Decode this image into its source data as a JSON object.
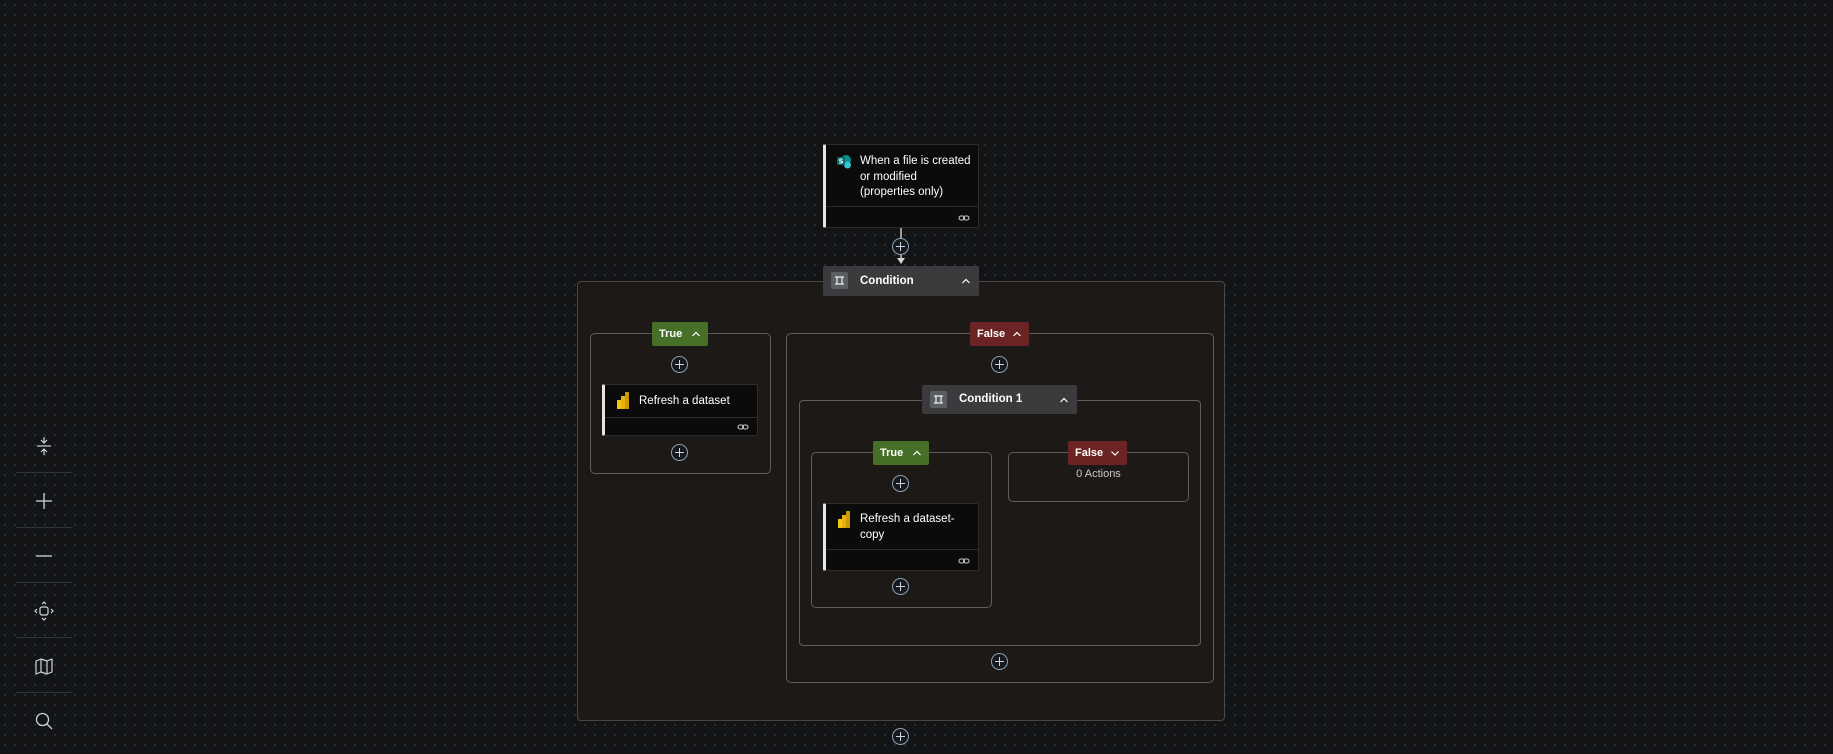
{
  "trigger": {
    "title": "When a file is created or modified (properties only)",
    "title_lines": [
      "When a file is created",
      "or modified",
      "(properties only)"
    ],
    "icon": "sharepoint-icon"
  },
  "condition": {
    "label": "Condition",
    "icon": "condition-icon"
  },
  "branch_true": {
    "label": "True",
    "action": {
      "title": "Refresh a dataset",
      "icon": "powerbi-icon"
    }
  },
  "branch_false": {
    "label": "False",
    "condition1": {
      "label": "Condition 1",
      "icon": "condition-icon",
      "true": {
        "label": "True",
        "action": {
          "title": "Refresh a dataset-copy",
          "title_lines": [
            "Refresh a dataset-",
            "copy"
          ],
          "icon": "powerbi-icon"
        }
      },
      "false": {
        "label": "False",
        "empty_text": "0 Actions"
      }
    }
  },
  "toolbar": {
    "items": [
      "expand-collapse-icon",
      "zoom-in-icon",
      "zoom-out-icon",
      "fit-view-icon",
      "minimap-icon",
      "search-icon"
    ]
  },
  "colors": {
    "canvas": "#131416",
    "true_badge": "#467027",
    "false_badge": "#6b2323",
    "condition_header": "#3b3b3d",
    "card": "#0b0b0c",
    "scope": "#1d1917"
  }
}
